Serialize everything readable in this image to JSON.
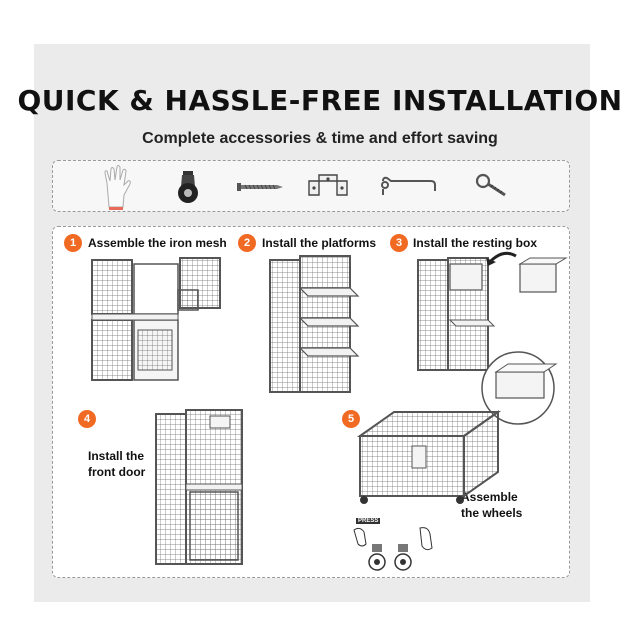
{
  "header": {
    "title": "QUICK & HASSLE-FREE INSTALLATION",
    "subtitle": "Complete accessories & time and effort saving"
  },
  "accessories": [
    {
      "icon": "glove-icon"
    },
    {
      "icon": "caster-wheel-icon"
    },
    {
      "icon": "screw-icon"
    },
    {
      "icon": "bracket-icon"
    },
    {
      "icon": "hook-latch-icon"
    },
    {
      "icon": "eye-screw-icon"
    }
  ],
  "steps": [
    {
      "number": "1",
      "label": "Assemble the iron mesh"
    },
    {
      "number": "2",
      "label": "Install the platforms"
    },
    {
      "number": "3",
      "label": "Install the resting box"
    },
    {
      "number": "4",
      "label_line1": "Install the",
      "label_line2": "front door"
    },
    {
      "number": "5",
      "label_line1": "Assemble",
      "label_line2": "the wheels"
    }
  ],
  "annotation": {
    "press_text": "PRESS"
  },
  "colors": {
    "badge": "#f06a24",
    "panel": "#ebebeb",
    "wood": "#f2f2f2",
    "mesh": "#6a6a6a"
  }
}
